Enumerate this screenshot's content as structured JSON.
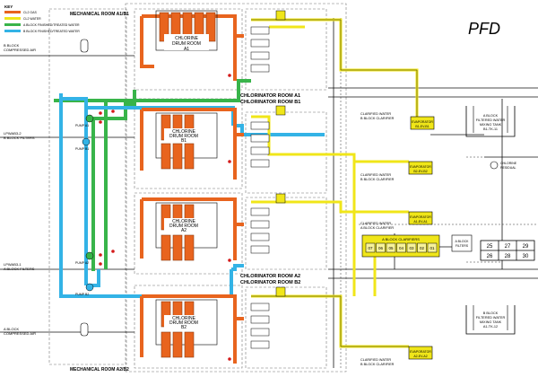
{
  "title": "PFD",
  "key": {
    "heading": "KEY",
    "items": [
      {
        "label": "CL2 GAS",
        "color": "#e8641e"
      },
      {
        "label": "CL2 WATER",
        "color": "#f0e619"
      },
      {
        "label": "A BLOCK FINISHED/TREATED WATER",
        "color": "#38b44a"
      },
      {
        "label": "B BLOCK FINISHED/TREATED WATER",
        "color": "#33b3e6"
      }
    ]
  },
  "rooms": {
    "mech_top": "MECHANICAL ROOM A1/B1",
    "mech_bottom": "MECHANICAL ROOM A2/B2",
    "drum_a1": {
      "l1": "CHLORINE",
      "l2": "DRUM ROOM",
      "l3": "A1"
    },
    "drum_b1": {
      "l1": "CHLORINE",
      "l2": "DRUM ROOM",
      "l3": "B1"
    },
    "drum_a2": {
      "l1": "CHLORINE",
      "l2": "DRUM ROOM",
      "l3": "A2"
    },
    "drum_b2": {
      "l1": "CHLORINE",
      "l2": "DRUM ROOM",
      "l3": "B2"
    },
    "chlorinator_1": {
      "l1": "CHLORINATOR ROOM A1",
      "l2": "CHLORINATOR ROOM B1"
    },
    "chlorinator_2": {
      "l1": "CHLORINATOR ROOM A2",
      "l2": "CHLORINATOR ROOM B2"
    }
  },
  "left_labels": {
    "b_air_top": {
      "l1": "B BLOCK",
      "l2": "COMPRESSED AIR"
    },
    "lpw": {
      "l1": "LPWAB3-2",
      "l2": "B BLOCK FILTERS"
    },
    "lpw2": {
      "l1": "LPWAB3-1",
      "l2": "A BLOCK FILTERS"
    },
    "a_air_bottom": {
      "l1": "A BLOCK",
      "l2": "COMPRESSED AIR"
    }
  },
  "evaporators": [
    {
      "l1": "EVAPORATOR",
      "l2": "B1-EV-B1"
    },
    {
      "l1": "EVAPORATOR",
      "l2": "B2-EV-B2"
    },
    {
      "l1": "EVAPORATOR",
      "l2": "A1-EV-A1"
    },
    {
      "l1": "EVAPORATOR",
      "l2": "A2-EV-A2"
    }
  ],
  "clarified": [
    {
      "l1": "CLARIFIED WATER",
      "l2": "B BLOCK CLARIFIER"
    },
    {
      "l1": "CLARIFIED WATER",
      "l2": "B BLOCK CLARIFIER"
    },
    {
      "l1": "CLARIFIED WATER",
      "l2": "A BLOCK CLARIFIER"
    },
    {
      "l1": "CLARIFIED WATER",
      "l2": "B BLOCK CLARIFIER"
    }
  ],
  "tank_b": {
    "l1": "A BLOCK",
    "l2": "FILTERED WATER",
    "l3": "MIXING TANK",
    "l4": "B1-TK-11"
  },
  "tank_a": {
    "l1": "B BLOCK",
    "l2": "FILTERED WATER",
    "l3": "MIXING TANK",
    "l4": "A1-TK-12"
  },
  "chlorine_residual": {
    "l1": "CHLORINE",
    "l2": "RESIDUAL"
  },
  "clarifiers_box": {
    "title": "A BLOCK CLARIFIERS",
    "cells": [
      "07",
      "06",
      "05",
      "04",
      "03",
      "02",
      "01"
    ]
  },
  "block_filters": {
    "l1": "A BLOCK",
    "l2": "FILTERS"
  },
  "grid": [
    "25",
    "27",
    "29",
    "26",
    "28",
    "30"
  ],
  "pumps": [
    "PUMP A1",
    "PUMP B1",
    "PUMP A2",
    "PUMP B2"
  ]
}
